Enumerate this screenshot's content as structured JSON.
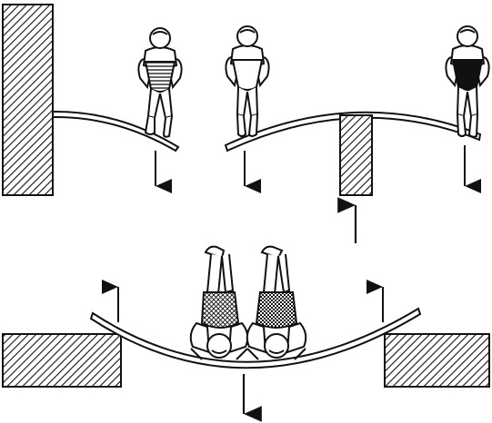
{
  "figure": {
    "ink_color": "#111111",
    "paper_color": "#ffffff",
    "panels": [
      {
        "id": "top-cantilever",
        "support": "wall-left",
        "load": "one-person",
        "load_arrows": [
          "down"
        ],
        "reaction_arrows": []
      },
      {
        "id": "top-simply-supported",
        "support": "center-post",
        "load": "two-people",
        "load_arrows": [
          "down",
          "down"
        ],
        "reaction_arrows": [
          "up"
        ]
      },
      {
        "id": "bottom-two-supports",
        "support": "blocks-both-ends",
        "load": "two-people-inverted",
        "load_arrows": [
          "down"
        ],
        "reaction_arrows": [
          "up",
          "up"
        ]
      }
    ],
    "icons": [
      "hatched-wall",
      "hatched-post",
      "hatched-block",
      "strongman",
      "handstand-performer",
      "force-arrow"
    ]
  }
}
